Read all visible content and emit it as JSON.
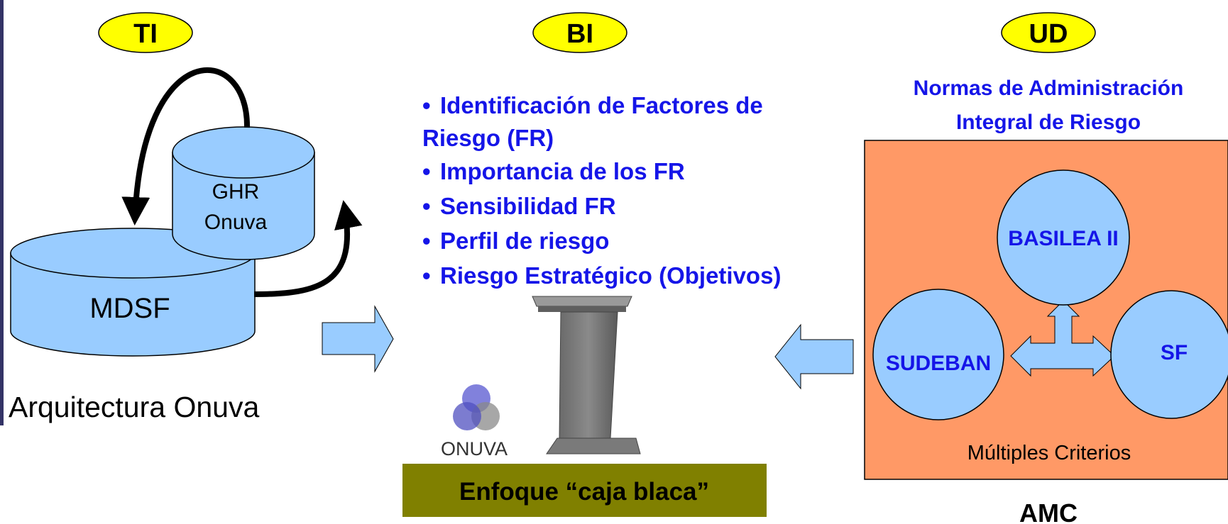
{
  "tags": {
    "ti": "TI",
    "bi": "BI",
    "ud": "UD"
  },
  "left": {
    "big_db": "MDSF",
    "small_db_line1": "GHR",
    "small_db_line2": "Onuva",
    "caption": "Arquitectura Onuva"
  },
  "middle": {
    "bullets": [
      {
        "dot": "•",
        "line1": "Identificación de Factores de",
        "line2": "Riesgo (FR)"
      },
      {
        "dot": "•",
        "line1": "Importancia de los FR"
      },
      {
        "dot": "•",
        "line1": "Sensibilidad FR"
      },
      {
        "dot": "•",
        "line1": "Perfil de riesgo"
      },
      {
        "dot": "•",
        "line1": "Riesgo Estratégico (Objetivos)"
      }
    ],
    "logo_text": "ONUVA",
    "banner": "Enfoque “caja blaca”"
  },
  "right": {
    "title_line1": "Normas de Administración",
    "title_line2": "Integral de Riesgo",
    "top_ellipse": "BASILEA II",
    "left_ellipse": "SUDEBAN",
    "right_ellipse": "SF",
    "criteria": "Múltiples Criterios",
    "footer": "AMC"
  },
  "colors": {
    "tag_fill": "#ffff00",
    "cylinder": "#99ccff",
    "text_blue": "#1515e8",
    "panel": "#ff9966",
    "ellipse": "#99ccff",
    "banner": "#808000",
    "arrow_fill": "#99ccff"
  }
}
